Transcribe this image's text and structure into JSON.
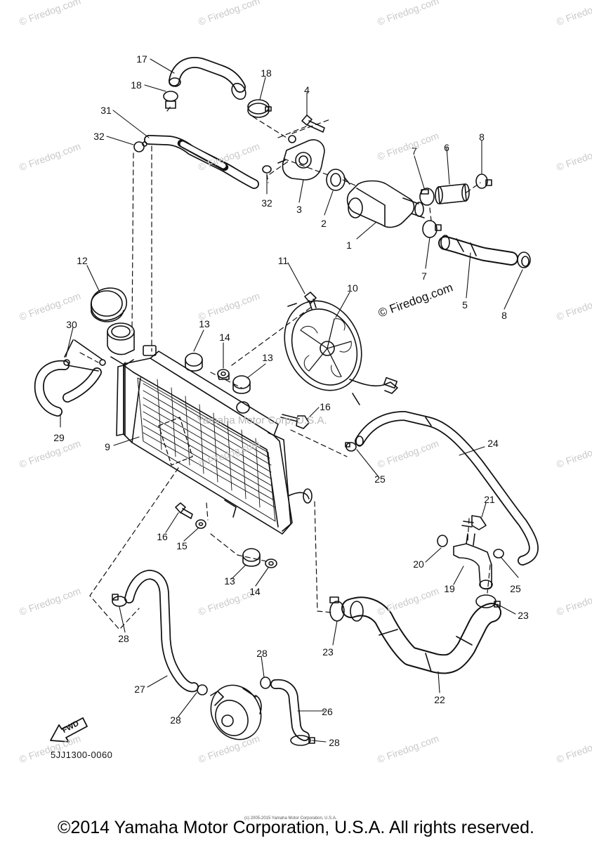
{
  "watermark": "© Firedog.com",
  "inline_watermark": "© Firedog.com",
  "ghost_mark": "Yamaha Motor Corp, U.S.A.",
  "fwd_label": "FWD",
  "diagram_code": "5JJ1300-0060",
  "small_copyright": "(c) 2005-2015 Yamaha Motor Corporation, U.S.A.",
  "footer_copyright": "©2014 Yamaha Motor Corporation, U.S.A. All rights reserved.",
  "callouts": [
    {
      "id": "c17a",
      "label": "17"
    },
    {
      "id": "c18a",
      "label": "18"
    },
    {
      "id": "c18b",
      "label": "18"
    },
    {
      "id": "c4",
      "label": "4"
    },
    {
      "id": "c31",
      "label": "31"
    },
    {
      "id": "c32a",
      "label": "32"
    },
    {
      "id": "c32b",
      "label": "32"
    },
    {
      "id": "c3",
      "label": "3"
    },
    {
      "id": "c2",
      "label": "2"
    },
    {
      "id": "c7a",
      "label": "7"
    },
    {
      "id": "c6",
      "label": "6"
    },
    {
      "id": "c8a",
      "label": "8"
    },
    {
      "id": "c1",
      "label": "1"
    },
    {
      "id": "c7b",
      "label": "7"
    },
    {
      "id": "c5",
      "label": "5"
    },
    {
      "id": "c8b",
      "label": "8"
    },
    {
      "id": "c12",
      "label": "12"
    },
    {
      "id": "c11",
      "label": "11"
    },
    {
      "id": "c10",
      "label": "10"
    },
    {
      "id": "c30",
      "label": "30"
    },
    {
      "id": "c13a",
      "label": "13"
    },
    {
      "id": "c14a",
      "label": "14"
    },
    {
      "id": "c13b",
      "label": "13"
    },
    {
      "id": "c16a",
      "label": "16"
    },
    {
      "id": "c29",
      "label": "29"
    },
    {
      "id": "c9",
      "label": "9"
    },
    {
      "id": "c24",
      "label": "24"
    },
    {
      "id": "c25a",
      "label": "25"
    },
    {
      "id": "c21",
      "label": "21"
    },
    {
      "id": "c16b",
      "label": "16"
    },
    {
      "id": "c15",
      "label": "15"
    },
    {
      "id": "c20",
      "label": "20"
    },
    {
      "id": "c19",
      "label": "19"
    },
    {
      "id": "c25b",
      "label": "25"
    },
    {
      "id": "c13c",
      "label": "13"
    },
    {
      "id": "c14b",
      "label": "14"
    },
    {
      "id": "c23a",
      "label": "23"
    },
    {
      "id": "c23b",
      "label": "23"
    },
    {
      "id": "c28a",
      "label": "28"
    },
    {
      "id": "c28b",
      "label": "28"
    },
    {
      "id": "c27",
      "label": "27"
    },
    {
      "id": "c28c",
      "label": "28"
    },
    {
      "id": "c26",
      "label": "26"
    },
    {
      "id": "c22",
      "label": "22"
    },
    {
      "id": "c28d",
      "label": "28"
    }
  ]
}
